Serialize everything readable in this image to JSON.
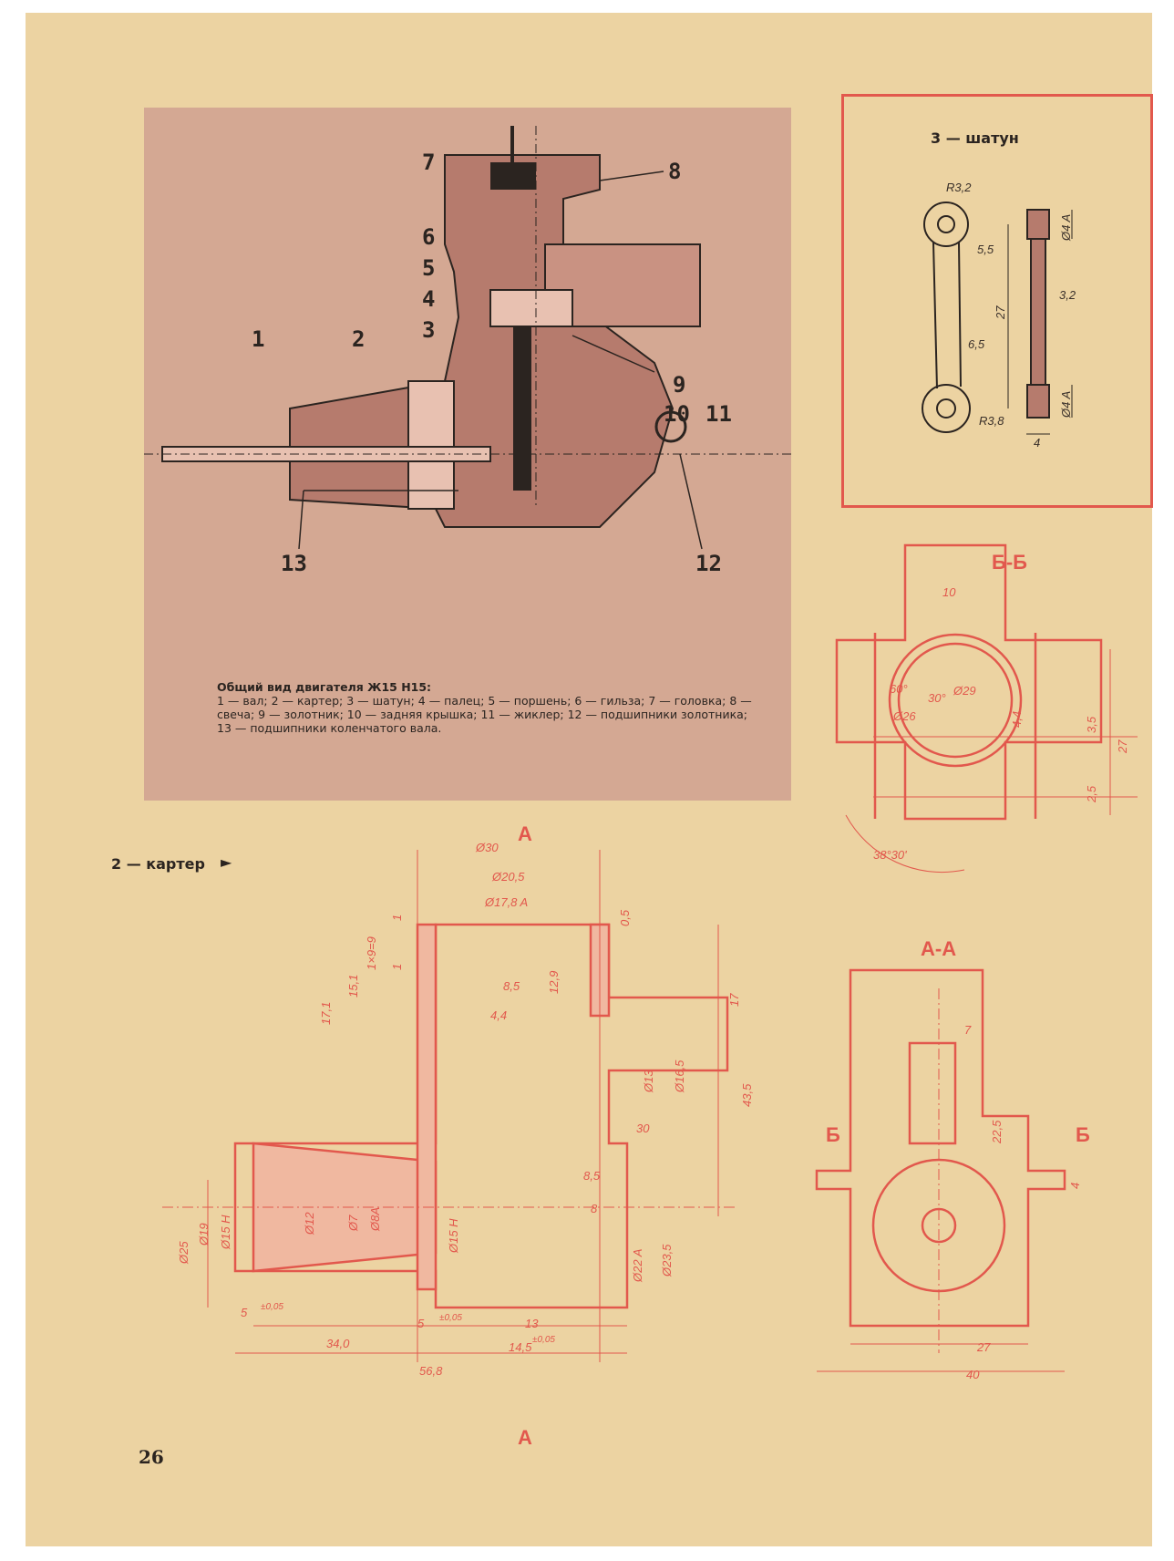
{
  "figure1": {
    "callouts": [
      "1",
      "2",
      "3",
      "4",
      "5",
      "6",
      "7",
      "8",
      "9",
      "10",
      "11",
      "12",
      "13"
    ],
    "caption_title": "Общий вид двигателя Ж15 Н15:",
    "caption_text": "1 — вал; 2 — картер; 3 — шатун; 4 — палец; 5 — поршень; 6 — гильза; 7 — головка; 8 — свеча; 9 — золотник; 10 — задняя крышка; 11 — жиклер; 12 — подшипники золотника; 13 — подшипники коленчатого вала."
  },
  "shatun": {
    "title": "3 — шатун",
    "dims": [
      "R3,2",
      "Ø4 A",
      "5,5",
      "3,2",
      "27",
      "6,5",
      "Ø4 A",
      "R3,8",
      "4"
    ]
  },
  "section_bb": {
    "title": "Б-Б",
    "dims": [
      "10",
      "60°",
      "30°",
      "Ø29",
      "Ø26",
      "4,4",
      "3,5",
      "27",
      "2,5",
      "38°30'"
    ]
  },
  "karter": {
    "title": "2 — картер",
    "section_marker": "А",
    "dims": [
      "Ø30",
      "Ø20,5",
      "Ø17,8 A",
      "0,5",
      "1",
      "1",
      "1×9=9",
      "15,1",
      "17,1",
      "8,5",
      "12,9",
      "4,4",
      "17",
      "Ø13",
      "Ø16,5",
      "43,5",
      "30",
      "8,5",
      "8",
      "Ø23,5",
      "Ø22 A",
      "Ø25",
      "Ø19",
      "Ø15 H",
      "Ø12",
      "Ø7",
      "Ø8A",
      "Ø15 H",
      "5",
      "±0,05",
      "5",
      "±0,05",
      "13",
      "34,0",
      "14,5",
      "±0,05",
      "56,8"
    ]
  },
  "section_aa": {
    "title": "А-А",
    "marker_left": "Б",
    "marker_right": "Б",
    "dims": [
      "7",
      "22,5",
      "4",
      "27",
      "40"
    ]
  },
  "page_number": "26",
  "colors": {
    "paper": "#ecd3a2",
    "photo_bg": "#d4a893",
    "drawing_red": "#e2584d",
    "ink": "#2b2420"
  }
}
